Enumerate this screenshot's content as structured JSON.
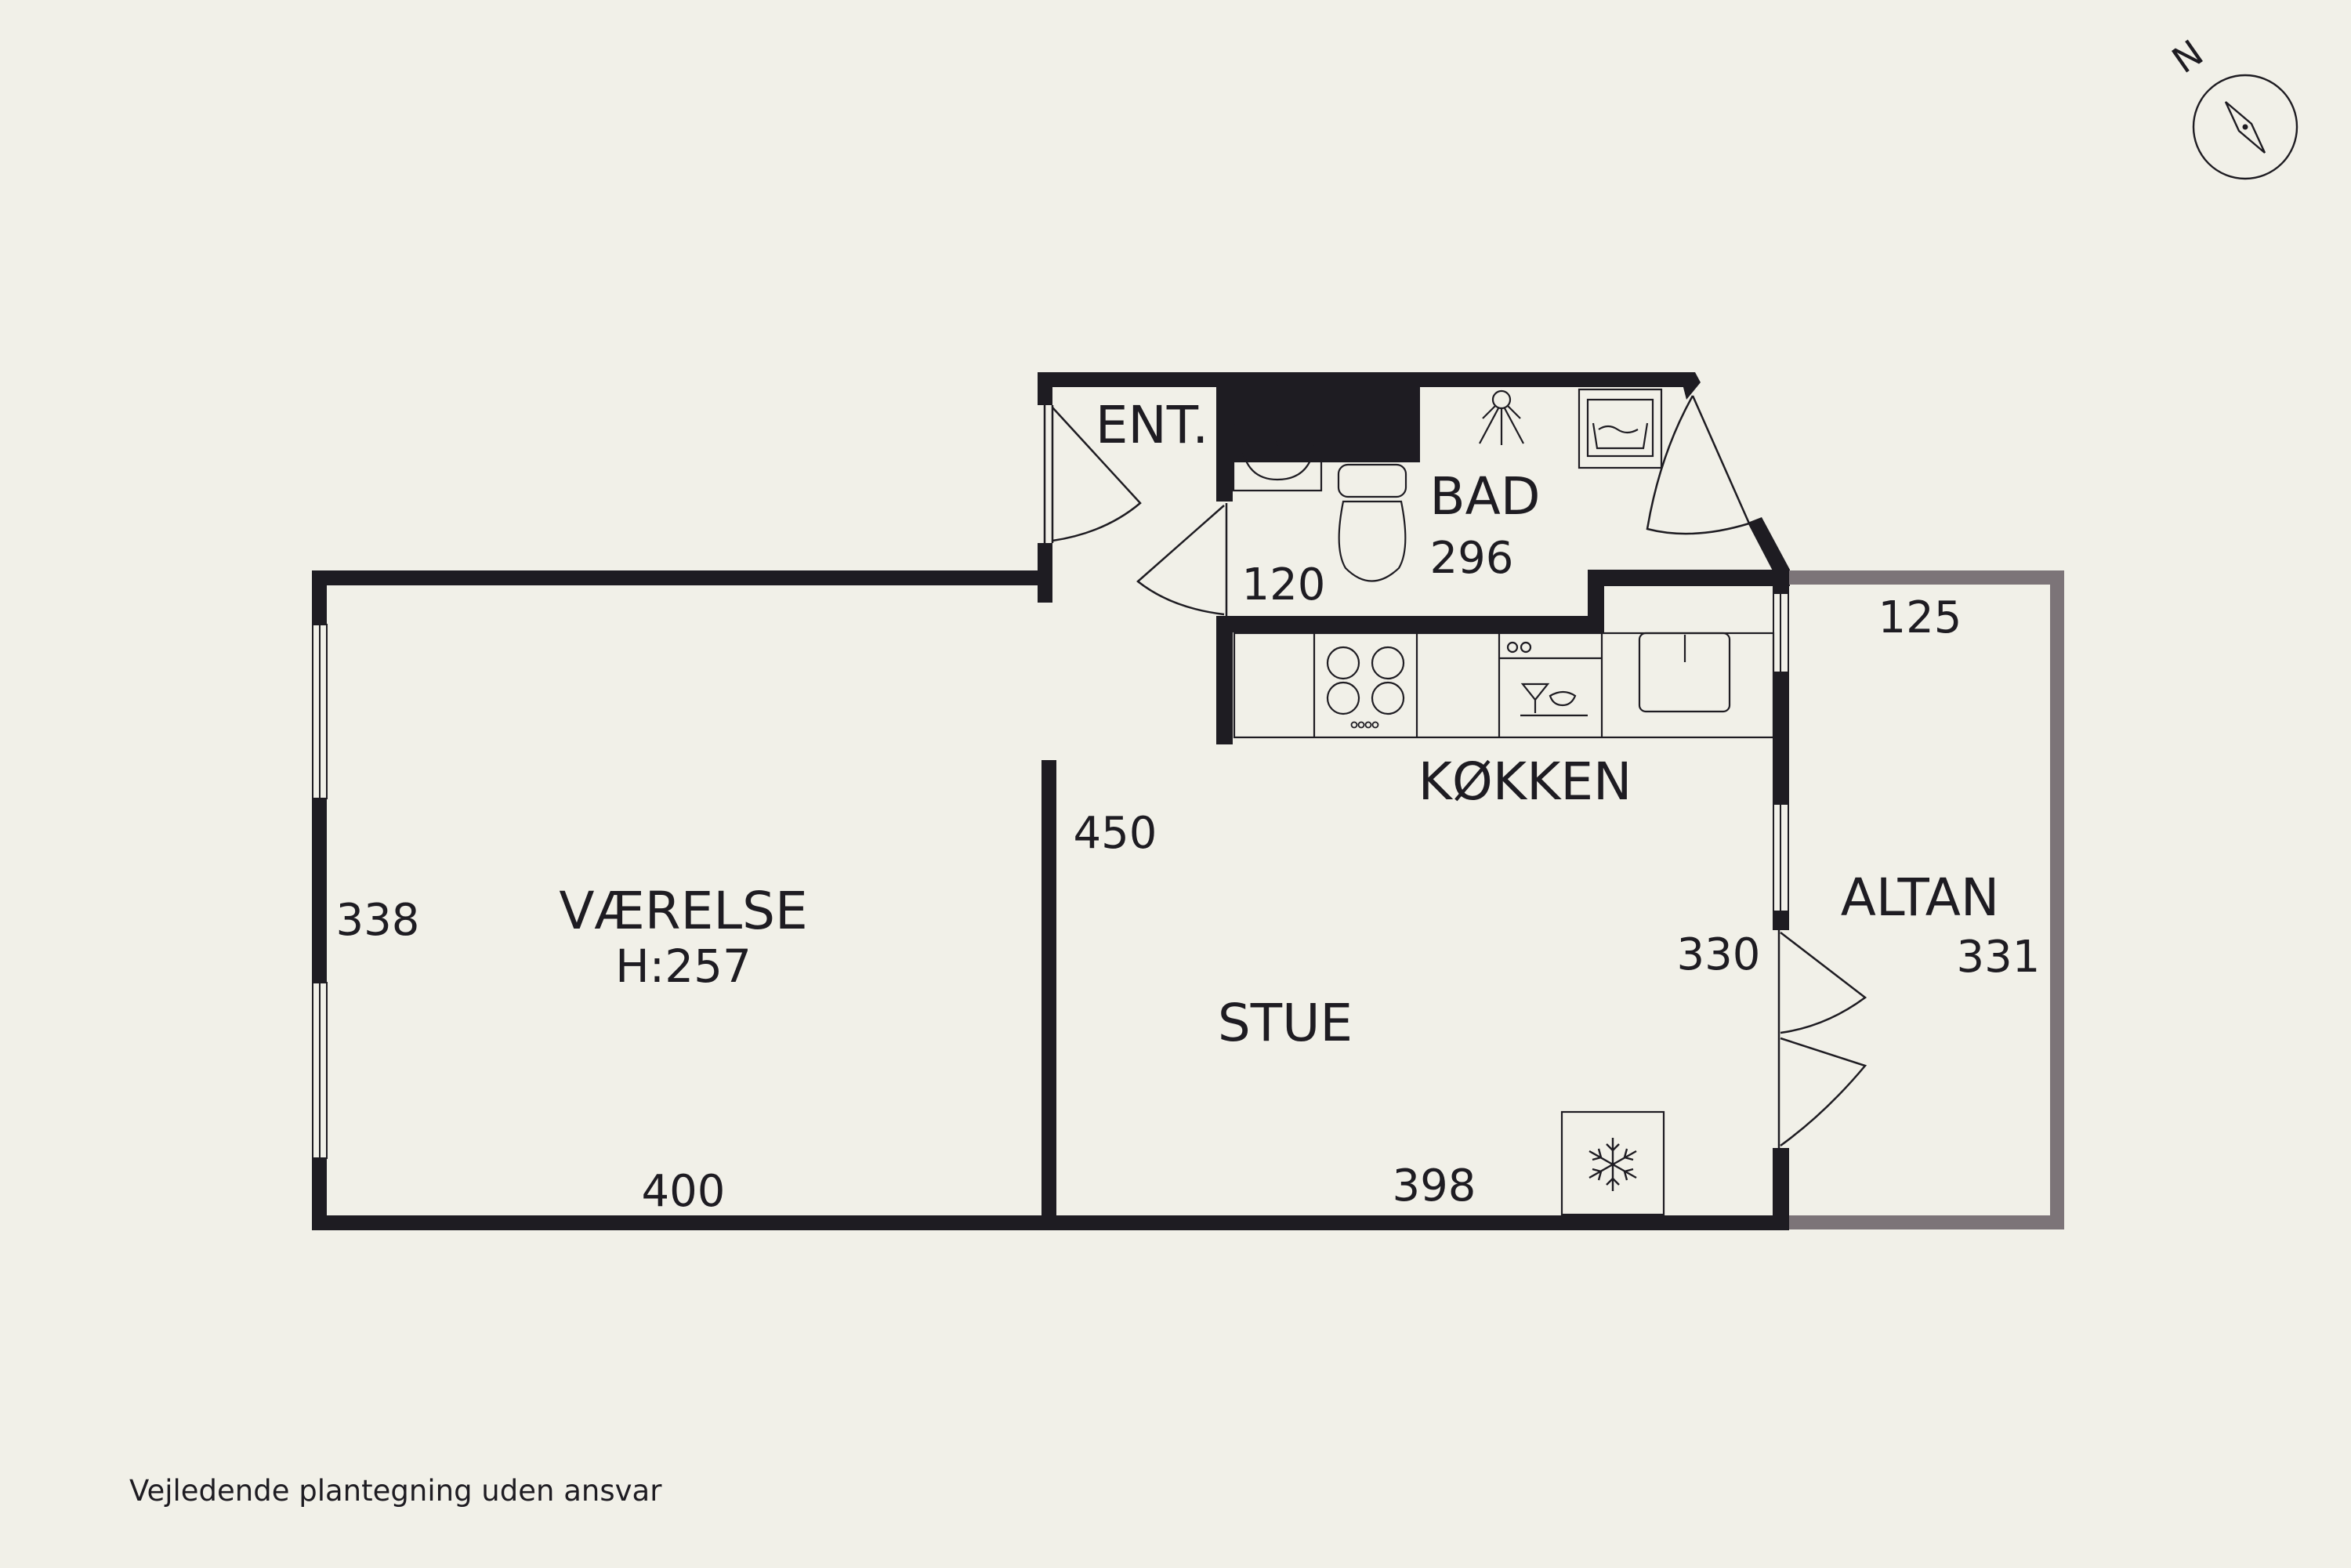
{
  "rooms": {
    "entrance": {
      "name": "ENT.",
      "dimension": "120"
    },
    "bathroom": {
      "name": "BAD",
      "dimension": "296"
    },
    "kitchen": {
      "name": "KØKKEN"
    },
    "bedroom": {
      "name": "VÆRELSE",
      "ceiling_height": "H:257",
      "dimension_side": "338",
      "dimension_bottom": "400"
    },
    "living": {
      "name": "STUE",
      "dimension_side": "450",
      "dimension_bottom": "398",
      "dimension_right": "330"
    },
    "balcony": {
      "name": "ALTAN",
      "dimension_top": "125",
      "dimension_side": "331"
    }
  },
  "compass": {
    "label": "N"
  },
  "disclaimer": "Vejledende plantegning uden ansvar",
  "colors": {
    "background": "#f1f0e8",
    "wall": "#1e1c22",
    "balcony_wall": "#7c7478"
  },
  "icons": [
    "sink-icon",
    "toilet-icon",
    "shower-icon",
    "washing-machine-icon",
    "stove-icon",
    "dishwasher-icon",
    "kitchen-sink-icon",
    "freezer-icon",
    "compass-icon"
  ]
}
